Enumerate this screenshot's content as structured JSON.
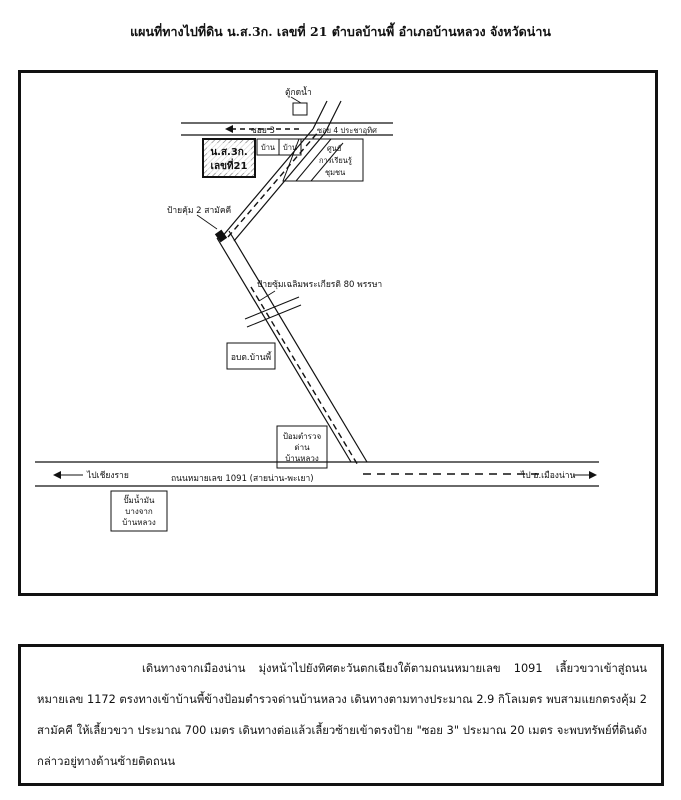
{
  "title": "แผนที่ทางไปที่ดิน น.ส.3ก. เลขที่ 21  ตำบลบ้านพี้  อำเภอบ้านหลวง  จังหวัดน่าน",
  "map": {
    "water_tank": "ตู้กดน้ำ",
    "soi3": "ซอย 3",
    "soi4": "ซอย 4 ประชาอุทิศ",
    "parcel_line1": "น.ส.3ก.",
    "parcel_line2": "เลขที่21",
    "house1": "บ้าน",
    "house2": "บ้าน",
    "center_line1": "ศูนย์",
    "center_line2": "การเรียนรู้",
    "center_line3": "ชุมชน",
    "shelter2": "ป้ายคุ้ม 2 สามัคคี",
    "shelter_80": "ป้ายซุ้มเฉลิมพระเกียรติ 80 พรรษา",
    "sao": "อบต.บ้านพี้",
    "police_line1": "ป้อมตำรวจ",
    "police_line2": "ด่าน",
    "police_line3": "บ้านหลวง",
    "highway": "ถนนหมายเลข 1091 (สายน่าน-พะเยา)",
    "to_chiang_rai": "ไปเชียงราย",
    "to_nan": "ไป อ.เมืองน่าน",
    "gas_line1": "ปั๊มน้ำมัน",
    "gas_line2": "บางจาก",
    "gas_line3": "บ้านหลวง"
  },
  "description": "เดินทางจากเมืองน่าน  มุ่งหน้าไปยังทิศตะวันตกเฉียงใต้ตามถนนหมายเลข 1091  เลี้ยวขวาเข้าสู่ถนนหมายเลข 1172  ตรงทางเข้าบ้านพี้ข้างป้อมตำรวจด่านบ้านหลวง  เดินทางตามทางประมาณ  2.9  กิโลเมตร   พบสามแยกตรงคุ้ม 2 สามัคคี ให้เลี้ยวขวา ประมาณ 700 เมตร  เดินทางต่อแล้วเลี้ยวซ้ายเข้าตรงป้าย \"ซอย 3\" ประมาณ  20  เมตร  จะพบทรัพย์ที่ดินดังกล่าวอยู่ทางด้านซ้ายติดถนน"
}
